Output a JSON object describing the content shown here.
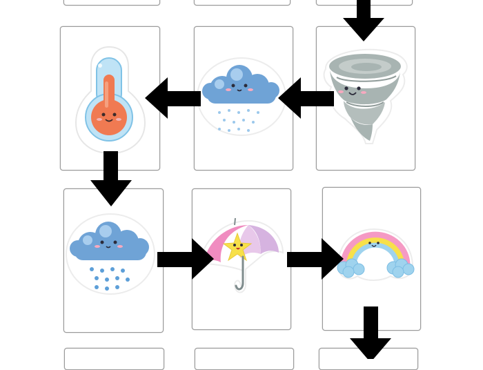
{
  "diagram": {
    "type": "picture-sequence",
    "cards": [
      {
        "id": "top-left-partial",
        "sticker": "none"
      },
      {
        "id": "top-middle-partial",
        "sticker": "none"
      },
      {
        "id": "top-right-partial",
        "sticker": "none"
      },
      {
        "id": "thermometer-card",
        "sticker": "thermometer-icon"
      },
      {
        "id": "rain-cloud-card",
        "sticker": "rain-cloud-icon"
      },
      {
        "id": "tornado-card",
        "sticker": "tornado-icon"
      },
      {
        "id": "snow-cloud-card",
        "sticker": "snow-cloud-icon"
      },
      {
        "id": "umbrella-card",
        "sticker": "umbrella-icon"
      },
      {
        "id": "rainbow-card",
        "sticker": "rainbow-icon"
      },
      {
        "id": "bottom-left-partial",
        "sticker": "none"
      },
      {
        "id": "bottom-middle-partial",
        "sticker": "none"
      },
      {
        "id": "bottom-right-partial",
        "sticker": "none"
      }
    ],
    "flow": [
      {
        "from": "top-right-partial",
        "to": "tornado-card",
        "direction": "down"
      },
      {
        "from": "tornado-card",
        "to": "rain-cloud-card",
        "direction": "left"
      },
      {
        "from": "rain-cloud-card",
        "to": "thermometer-card",
        "direction": "left"
      },
      {
        "from": "thermometer-card",
        "to": "snow-cloud-card",
        "direction": "down"
      },
      {
        "from": "snow-cloud-card",
        "to": "umbrella-card",
        "direction": "right"
      },
      {
        "from": "umbrella-card",
        "to": "rainbow-card",
        "direction": "right"
      },
      {
        "from": "rainbow-card",
        "to": "bottom-right-partial",
        "direction": "down"
      }
    ],
    "colors": {
      "card_border": "#9a9a9a",
      "arrow": "#000000",
      "thermometer_tube": "#a9d8f0",
      "thermometer_bulb": "#f07a52",
      "cloud": "#6fa3d6",
      "cloud_light": "#a8cdee",
      "tornado": "#a8b4b2",
      "umbrella_pink": "#f08cc0",
      "umbrella_lilac": "#d6b3e0",
      "umbrella_star": "#f7e04a",
      "rainbow_pink": "#f59ac4",
      "rainbow_yellow": "#f7e04a",
      "rainbow_blue": "#9fd3ee"
    }
  }
}
